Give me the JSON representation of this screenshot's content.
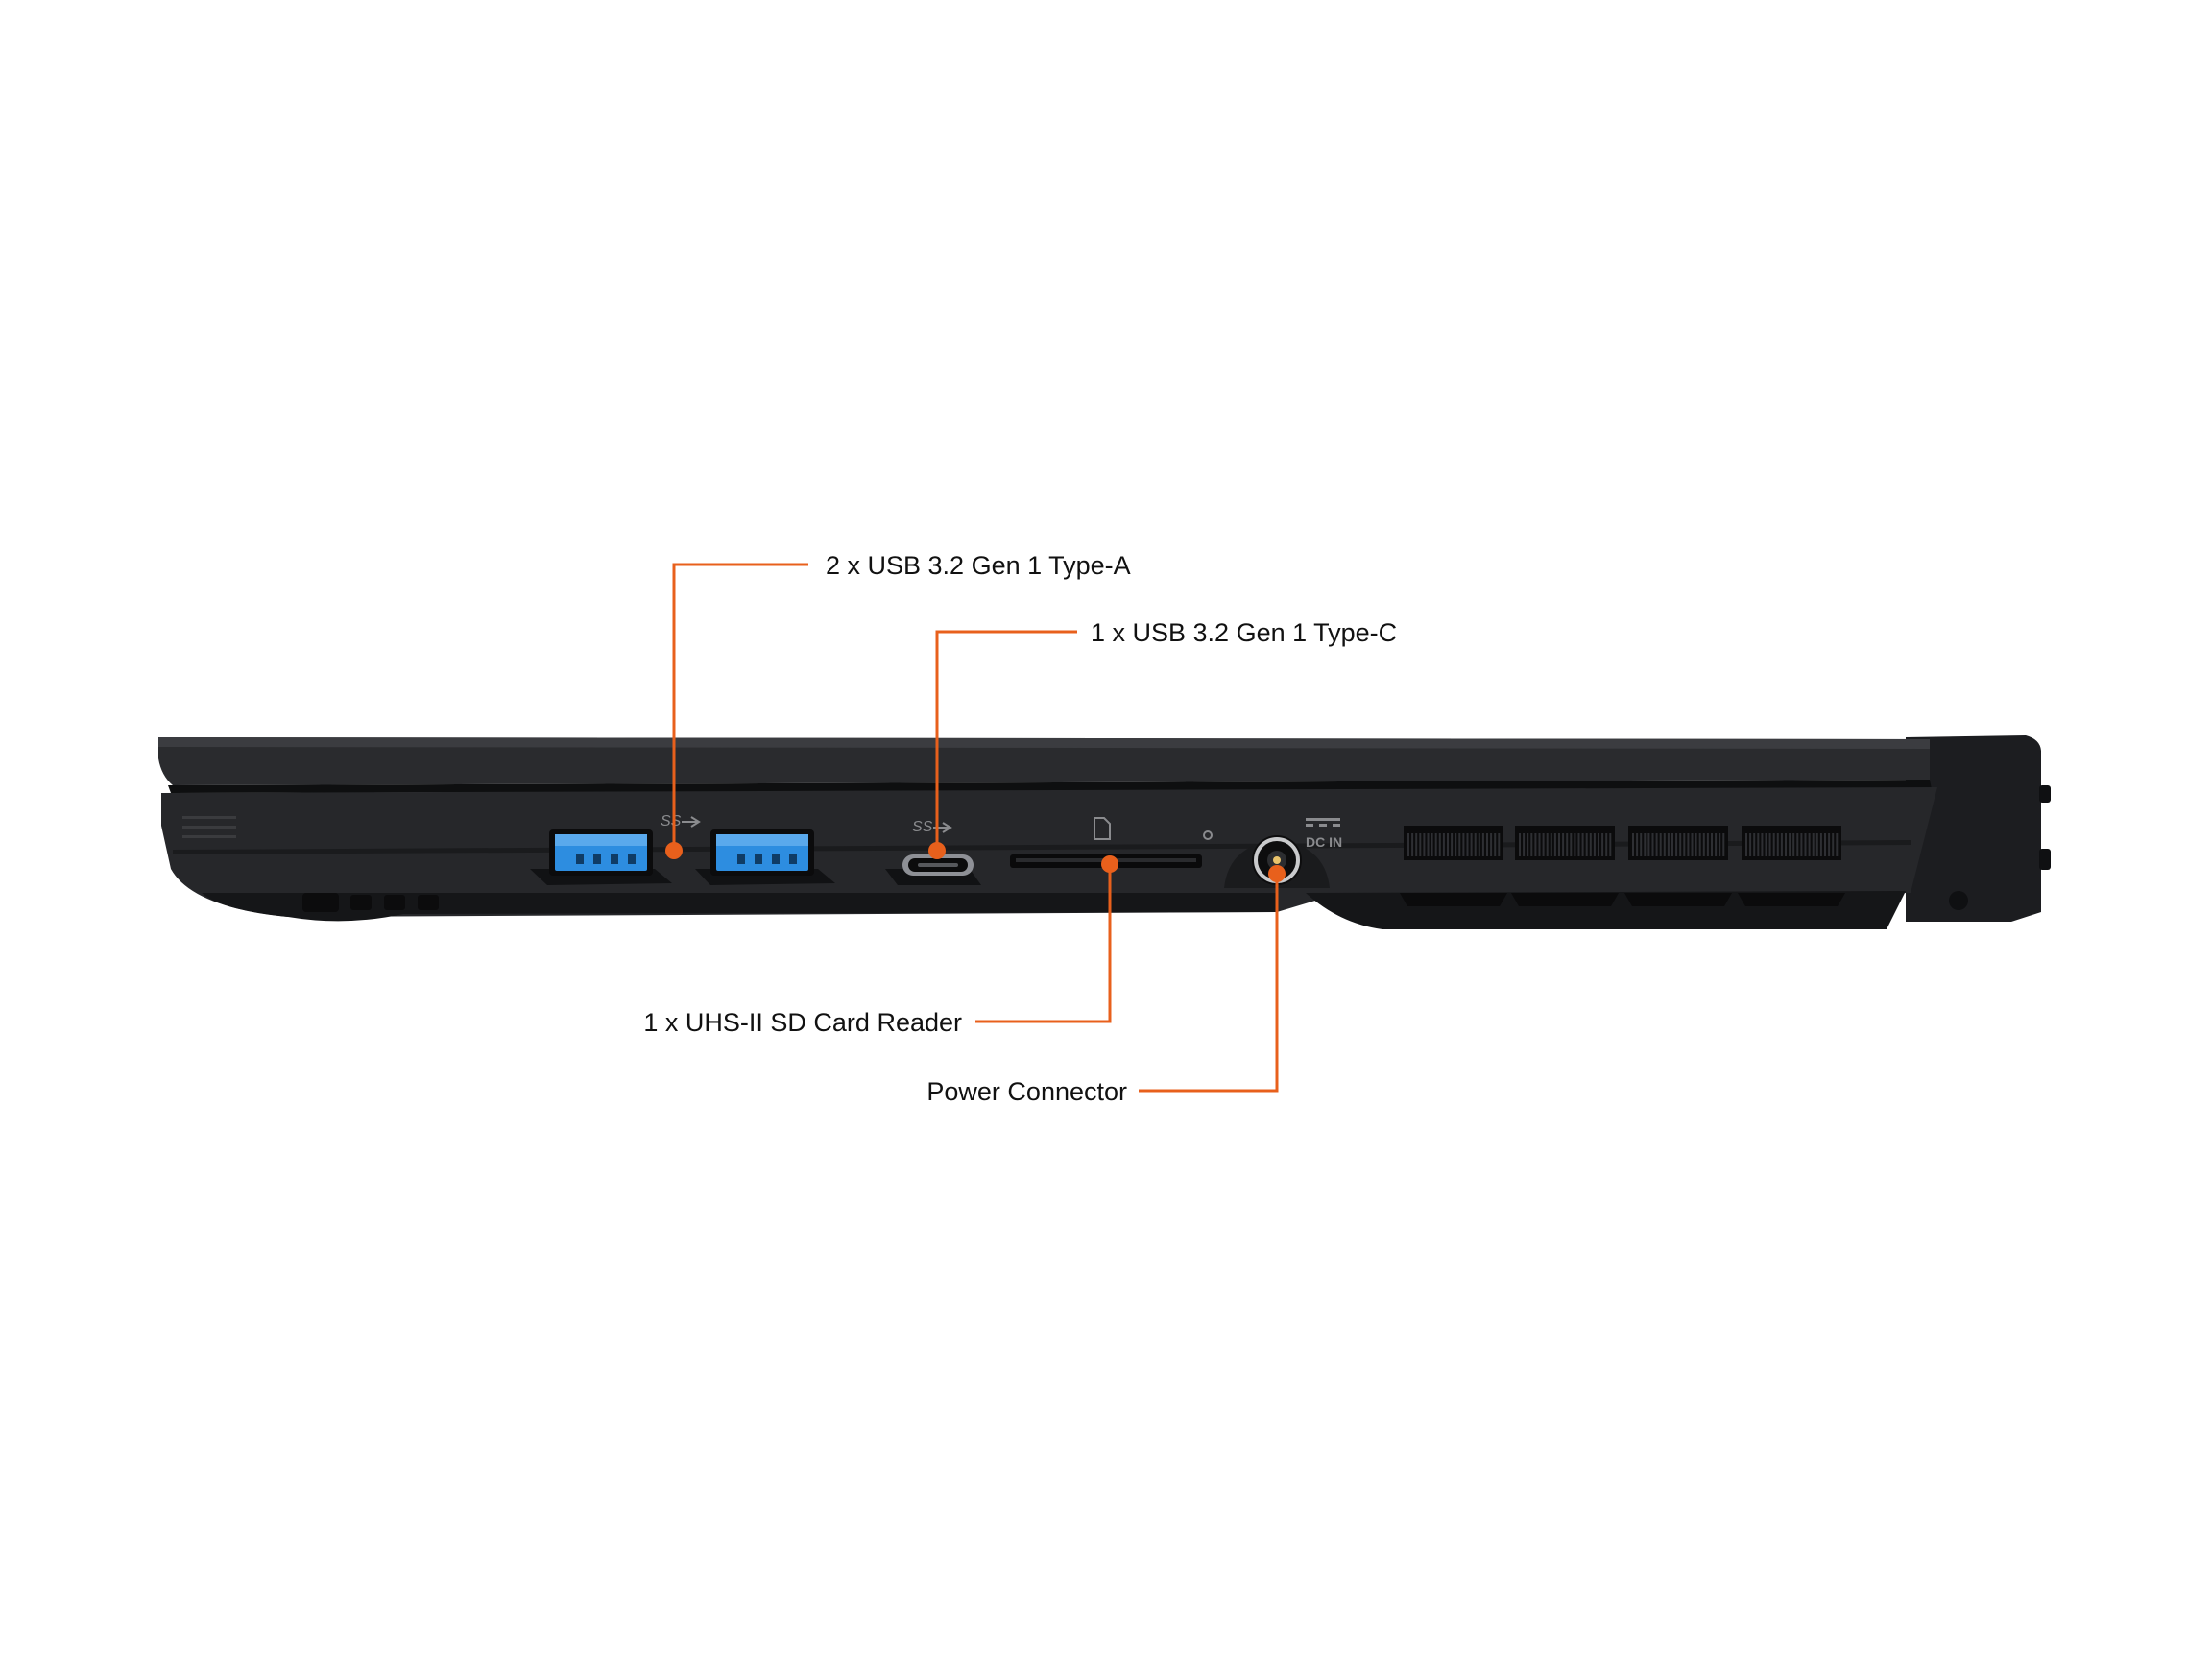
{
  "colors": {
    "background": "#ffffff",
    "callout": "#e8601c",
    "chassis": "#26272a",
    "chassis_dark": "#141517",
    "usb_blue": "#2d8de0"
  },
  "callouts": [
    {
      "id": "usb-a",
      "label": "2 x USB 3.2 Gen 1 Type-A"
    },
    {
      "id": "usb-c",
      "label": "1 x USB 3.2 Gen 1 Type-C"
    },
    {
      "id": "sd",
      "label": "1 x UHS-II SD Card Reader"
    },
    {
      "id": "power",
      "label": "Power Connector"
    }
  ],
  "port_markings": {
    "usb_a": "SS",
    "usb_c": "SS",
    "dc_in": "DC IN"
  }
}
